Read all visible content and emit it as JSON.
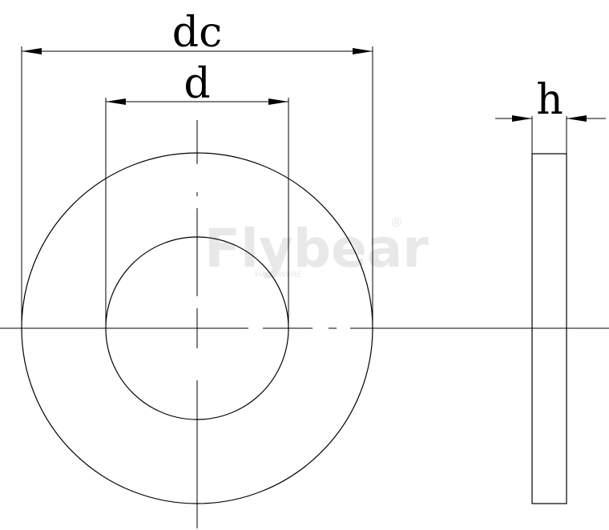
{
  "labels": {
    "outer_diameter": "dc",
    "inner_diameter": "d",
    "thickness": "h"
  },
  "watermark": {
    "brand": "Flybear",
    "tagline": "HARDWARE",
    "mark": "®"
  },
  "colors": {
    "line": "#000000",
    "background": "#ffffff",
    "watermark": "#e8e8e8"
  }
}
